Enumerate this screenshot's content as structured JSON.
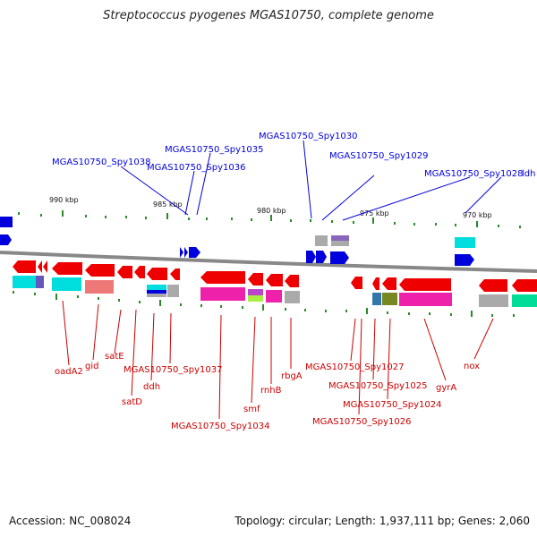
{
  "title": "Streptococcus pyogenes MGAS10750, complete genome",
  "footer": {
    "accession": "Accession: NC_008024",
    "stats": "Topology: circular; Length: 1,937,111 bp; Genes: 2,060"
  },
  "scale_labels": [
    "990 kbp",
    "985 kbp",
    "980 kbp",
    "975 kbp",
    "970 kbp"
  ],
  "top_labels": [
    "MGAS10750_Spy1038",
    "MGAS10750_Spy1035",
    "MGAS10750_Spy1036",
    "MGAS10750_Spy1030",
    "MGAS10750_Spy1029",
    "MGAS10750_Spy1028",
    "ldh"
  ],
  "bottom_labels": [
    "oadA2",
    "gid",
    "satE",
    "satD",
    "MGAS10750_Spy1037",
    "ddh",
    "MGAS10750_Spy1034",
    "smf",
    "rnhB",
    "rbgA",
    "MGAS10750_Spy1027",
    "MGAS10750_Spy1025",
    "MGAS10750_Spy1024",
    "MGAS10750_Spy1026",
    "gyrA",
    "nox"
  ],
  "colors": {
    "forward_gene": "#0000dd",
    "reverse_gene": "#ee0000",
    "label_forward": "#0000dd",
    "label_reverse": "#cc0000",
    "backbone": "#888888"
  }
}
